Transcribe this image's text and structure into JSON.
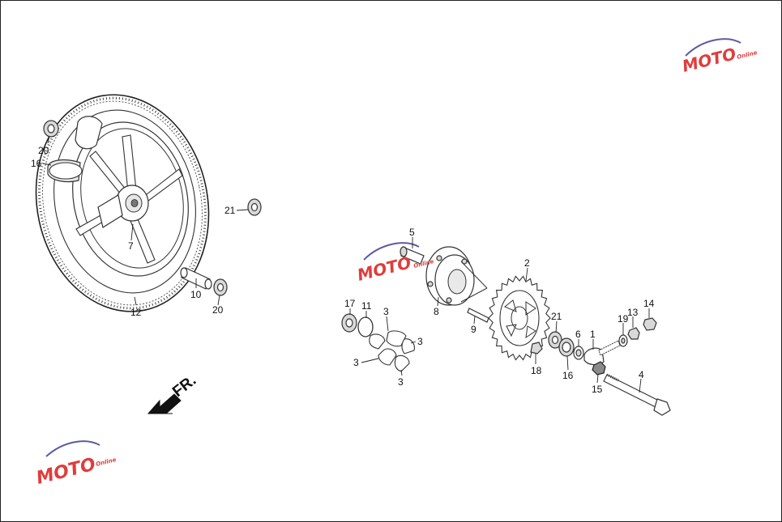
{
  "direction_label": "FR.",
  "watermark": {
    "brand": "MOTO",
    "tagline": "Online",
    "accent": "#e03c3c",
    "secondary": "#5a5aa8"
  },
  "callouts": [
    {
      "id": "20a",
      "label": "20"
    },
    {
      "id": "16a",
      "label": "16"
    },
    {
      "id": "7",
      "label": "7"
    },
    {
      "id": "21a",
      "label": "21"
    },
    {
      "id": "10",
      "label": "10"
    },
    {
      "id": "20b",
      "label": "20"
    },
    {
      "id": "12",
      "label": "12"
    },
    {
      "id": "5",
      "label": "5"
    },
    {
      "id": "8",
      "label": "8"
    },
    {
      "id": "9",
      "label": "9"
    },
    {
      "id": "2",
      "label": "2"
    },
    {
      "id": "17",
      "label": "17"
    },
    {
      "id": "11",
      "label": "11"
    },
    {
      "id": "3a",
      "label": "3"
    },
    {
      "id": "3b",
      "label": "3"
    },
    {
      "id": "3c",
      "label": "3"
    },
    {
      "id": "3d",
      "label": "3"
    },
    {
      "id": "21b",
      "label": "21"
    },
    {
      "id": "18",
      "label": "18"
    },
    {
      "id": "16b",
      "label": "16"
    },
    {
      "id": "6",
      "label": "6"
    },
    {
      "id": "1",
      "label": "1"
    },
    {
      "id": "19",
      "label": "19"
    },
    {
      "id": "13",
      "label": "13"
    },
    {
      "id": "14",
      "label": "14"
    },
    {
      "id": "15",
      "label": "15"
    },
    {
      "id": "4",
      "label": "4"
    }
  ]
}
